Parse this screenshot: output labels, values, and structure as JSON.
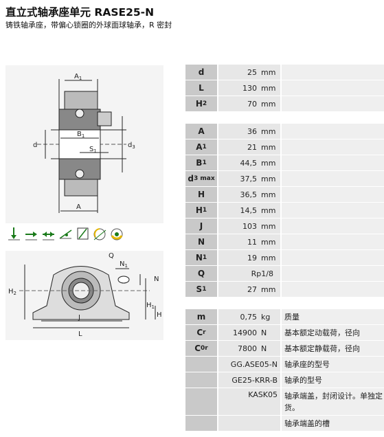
{
  "header": {
    "title": "直立式轴承座单元 RASE25-N",
    "subtitle": "铸铁轴承座，带偏心锁圈的外球面球轴承，R 密封"
  },
  "drawing_top": {
    "labels": {
      "A1": "A",
      "A1_sub": "1",
      "B1": "B",
      "B1_sub": "1",
      "S1": "S",
      "S1_sub": "1",
      "d": "d",
      "d3": "d",
      "d3_sub": "3",
      "A": "A"
    }
  },
  "drawing_bottom": {
    "labels": {
      "Q": "Q",
      "N1": "N",
      "N1_sub": "1",
      "N": "N",
      "H2": "H",
      "H2_sub": "2",
      "H1": "H",
      "H1_sub": "1",
      "H": "H",
      "J": "J",
      "L": "L"
    }
  },
  "icons": [
    "radial-load-icon",
    "axial-load-icon",
    "combined-load-icon",
    "speed-icon",
    "tilt-icon",
    "seal-icon",
    "lubrication-icon"
  ],
  "colors": {
    "key_cell": "#c9c9c9",
    "value_cell": "#e7e7e7",
    "desc_cell": "#efefef",
    "panel": "#f4f4f4"
  },
  "group1": [
    {
      "key": "d",
      "sub": "",
      "num": "25",
      "unit": "mm"
    },
    {
      "key": "L",
      "sub": "",
      "num": "130",
      "unit": "mm"
    },
    {
      "key": "H",
      "sub": "2",
      "num": "70",
      "unit": "mm"
    }
  ],
  "group2": [
    {
      "key": "A",
      "sub": "",
      "num": "36",
      "unit": "mm"
    },
    {
      "key": "A",
      "sub": "1",
      "num": "21",
      "unit": "mm"
    },
    {
      "key": "B",
      "sub": "1",
      "num": "44,5",
      "unit": "mm"
    },
    {
      "key": "d",
      "sub": "3 max",
      "num": "37,5",
      "unit": "mm"
    },
    {
      "key": "H",
      "sub": "",
      "num": "36,5",
      "unit": "mm"
    },
    {
      "key": "H",
      "sub": "1",
      "num": "14,5",
      "unit": "mm"
    },
    {
      "key": "J",
      "sub": "",
      "num": "103",
      "unit": "mm"
    },
    {
      "key": "N",
      "sub": "",
      "num": "11",
      "unit": "mm"
    },
    {
      "key": "N",
      "sub": "1",
      "num": "19",
      "unit": "mm"
    },
    {
      "key": "Q",
      "sub": "",
      "num": "Rp1/8",
      "unit": ""
    },
    {
      "key": "S",
      "sub": "1",
      "num": "27",
      "unit": "mm"
    }
  ],
  "group3": [
    {
      "key": "m",
      "sub": "",
      "num": "0,75",
      "unit": "kg",
      "desc": "质量"
    },
    {
      "key": "C",
      "sub": "r",
      "num": "14900",
      "unit": "N",
      "desc": "基本额定动载荷，径向"
    },
    {
      "key": "C",
      "sub": "0r",
      "num": "7800",
      "unit": "N",
      "desc": "基本额定静载荷，径向"
    },
    {
      "key": "",
      "sub": "",
      "num": "GG.ASE05-N",
      "unit": "",
      "desc": "轴承座的型号"
    },
    {
      "key": "",
      "sub": "",
      "num": "GE25-KRR-B",
      "unit": "",
      "desc": "轴承的型号"
    },
    {
      "key": "",
      "sub": "",
      "num": "KASK05",
      "unit": "",
      "desc": "轴承端盖，封闭设计。单独定货。"
    },
    {
      "key": "",
      "sub": "",
      "num": "",
      "unit": "",
      "desc": "轴承端盖的槽"
    }
  ]
}
